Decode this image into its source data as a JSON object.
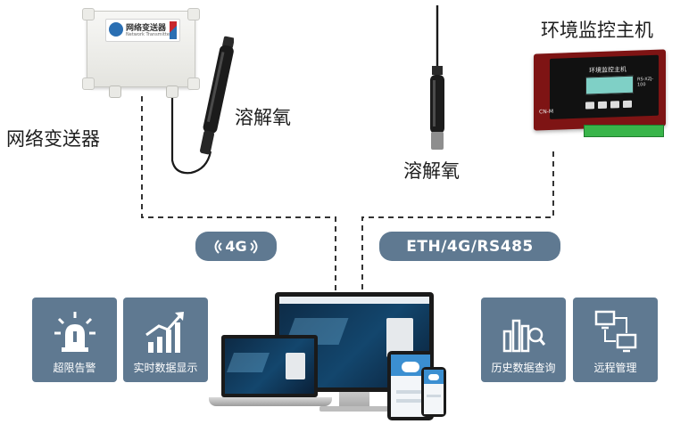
{
  "labels": {
    "transmitter": "网络变送器",
    "sensor_left": "溶解氧",
    "sensor_right": "溶解氧",
    "host": "环境监控主机"
  },
  "transmitter_plate": {
    "title": "网络变送器",
    "subtitle": "Network Transmitter"
  },
  "controller_face": {
    "title": "环境监控主机",
    "model": "RS-XZJ-100",
    "port": "CN-M"
  },
  "links": {
    "left": "4G",
    "right": "ETH/4G/RS485"
  },
  "features": {
    "alarm": "超限告警",
    "realtime": "实时数据显示",
    "history": "历史数据查询",
    "remote": "远程管理"
  },
  "colors": {
    "tile": "#5f7991",
    "wire": "#333333",
    "controller": "#7e1414",
    "terminal": "#39b54a"
  },
  "icons": [
    "alarm-light-icon",
    "rising-chart-icon",
    "bar-search-icon",
    "remote-computers-icon",
    "wifi-signal-icon"
  ]
}
